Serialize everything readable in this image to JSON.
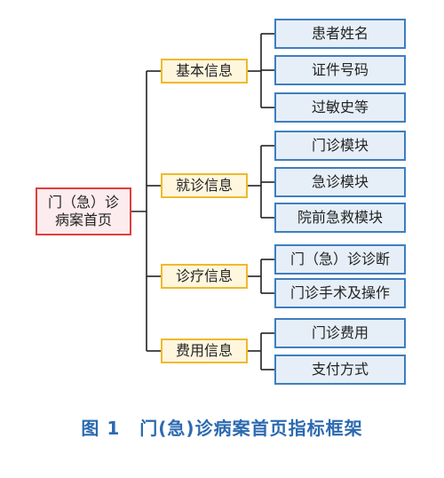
{
  "root": {
    "line1": "门（急）诊",
    "line2": "病案首页"
  },
  "categories": [
    {
      "label": "基本信息",
      "children": [
        "患者姓名",
        "证件号码",
        "过敏史等"
      ]
    },
    {
      "label": "就诊信息",
      "children": [
        "门诊模块",
        "急诊模块",
        "院前急救模块"
      ]
    },
    {
      "label": "诊疗信息",
      "children": [
        "门（急）诊诊断",
        "门诊手术及操作"
      ]
    },
    {
      "label": "费用信息",
      "children": [
        "门诊费用",
        "支付方式"
      ]
    }
  ],
  "caption": {
    "number": "图 1",
    "text": "门(急)诊病案首页指标框架"
  },
  "colors": {
    "root_border": "#e23d3d",
    "category_border": "#f0b92c",
    "leaf_border": "#3f7ec0",
    "caption": "#2c6ab0",
    "line": "#222222"
  }
}
